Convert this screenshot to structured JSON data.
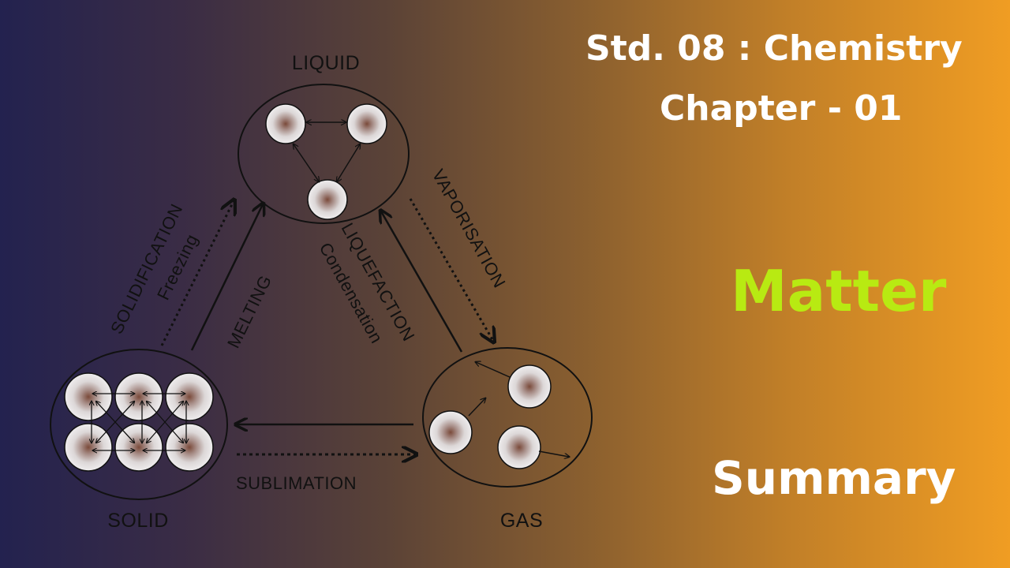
{
  "header": {
    "line1": "Std. 08 : Chemistry",
    "line2": "Chapter - 01"
  },
  "topic": {
    "text": "Matter",
    "color": "#b8ea12"
  },
  "footer": {
    "text": "Summary"
  },
  "diagram": {
    "states": {
      "liquid": "LIQUID",
      "solid": "SOLID",
      "gas": "GAS"
    },
    "processes": {
      "solidification": "SOLIDIFICATION",
      "freezing": "Freezing",
      "melting": "MELTING",
      "liquefaction": "LIQUEFACTION",
      "condensation": "Condensation",
      "vaporisation": "VAPORISATION",
      "sublimation": "SUBLIMATION"
    }
  },
  "colors": {
    "gradient_start": "#23224f",
    "gradient_end": "#f09d23",
    "text_white": "#ffffff"
  }
}
